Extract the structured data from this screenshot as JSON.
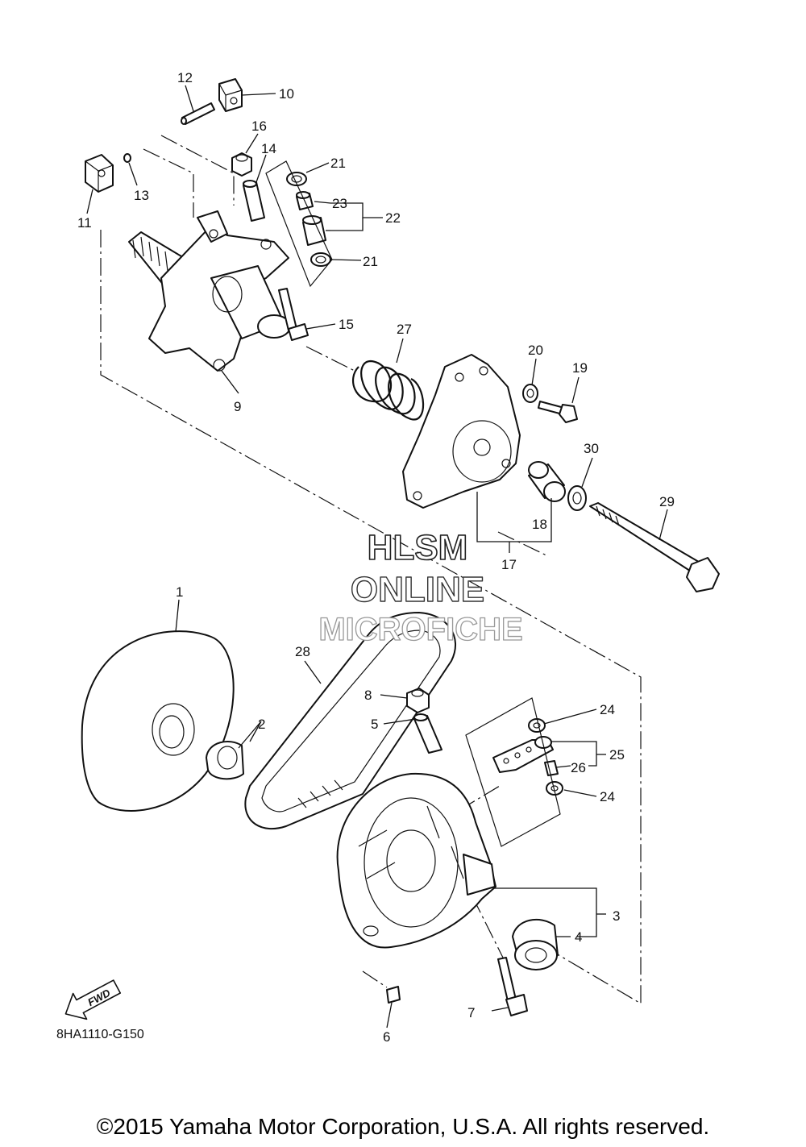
{
  "watermark": {
    "line1": "HLSM",
    "line2": "ONLINE",
    "line3": "MICROFICHE"
  },
  "diagram_code": "8HA1110-G150",
  "fwd_label": "FWD",
  "copyright": "©2015 Yamaha Motor Corporation, U.S.A. All rights reserved.",
  "callouts": {
    "c1": "1",
    "c2": "2",
    "c3": "3",
    "c4": "4",
    "c5": "5",
    "c6": "6",
    "c7": "7",
    "c8": "8",
    "c9": "9",
    "c10": "10",
    "c11": "11",
    "c12": "12",
    "c13": "13",
    "c14": "14",
    "c15": "15",
    "c16": "16",
    "c17": "17",
    "c18": "18",
    "c19": "19",
    "c20": "20",
    "c21a": "21",
    "c21b": "21",
    "c22": "22",
    "c23": "23",
    "c24a": "24",
    "c24b": "24",
    "c25": "25",
    "c26": "26",
    "c27": "27",
    "c28": "28",
    "c29": "29",
    "c30": "30"
  }
}
